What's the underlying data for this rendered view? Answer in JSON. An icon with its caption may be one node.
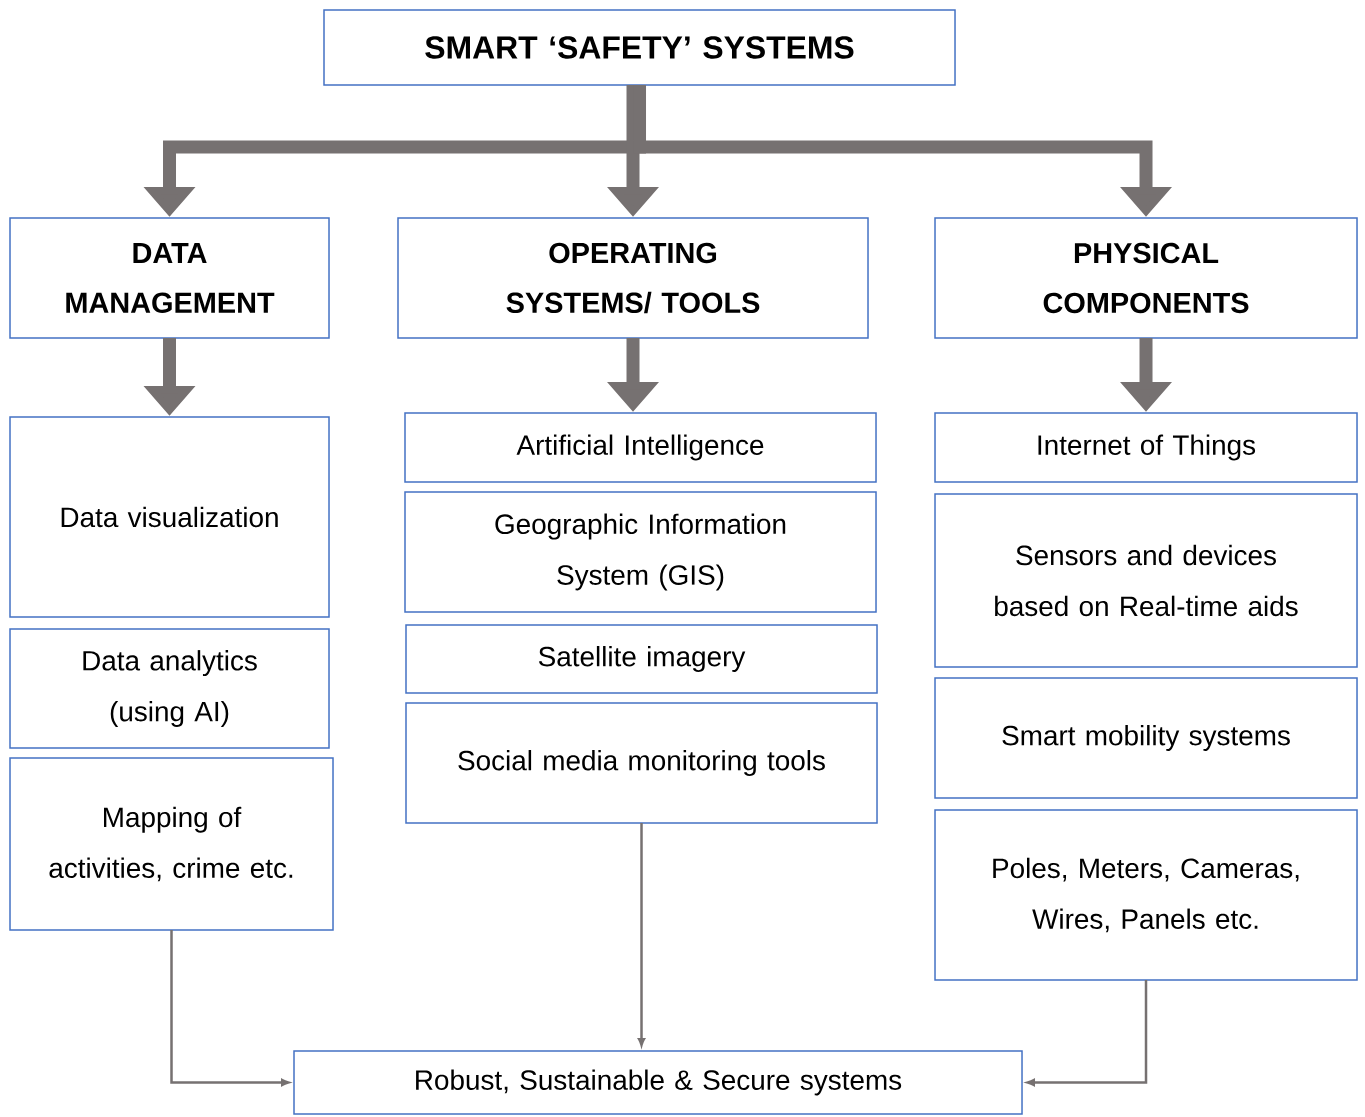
{
  "diagram": {
    "nodes": [
      {
        "text": [
          "SMART ‘SAFETY’ SYSTEMS"
        ]
      },
      {
        "text": [
          "DATA MANAGEMENT"
        ]
      },
      {
        "text": [
          "OPERATING SYSTEMS/ TOOLS"
        ]
      },
      {
        "text": [
          "PHYSICAL COMPONENTS"
        ]
      },
      {
        "text": [
          "Data visualization"
        ]
      },
      {
        "text": [
          "Data analytics (using AI)"
        ]
      },
      {
        "text": [
          "Mapping of activities, crime etc."
        ]
      },
      {
        "text": [
          "Artificial Intelligence"
        ]
      },
      {
        "text": [
          "Geographic Information System (GIS)"
        ]
      },
      {
        "text": [
          "Satellite imagery"
        ]
      },
      {
        "text": [
          "Social media monitoring tools"
        ]
      },
      {
        "text": [
          "Internet of Things"
        ]
      },
      {
        "text": [
          "Sensors and devices based on Real-time aids"
        ]
      },
      {
        "text": [
          "Smart mobility systems"
        ]
      },
      {
        "text": [
          "Poles, Meters, Cameras, Wires, Panels etc."
        ]
      },
      {
        "text": [
          "Robust, Sustainable & Secure systems"
        ]
      }
    ],
    "edges": [
      {
        "from": 0,
        "to": 1,
        "arrow": "to"
      },
      {
        "from": 0,
        "to": 2,
        "arrow": "to"
      },
      {
        "from": 0,
        "to": 3,
        "arrow": "to"
      },
      {
        "from": 1,
        "to": 4,
        "arrow": "to"
      },
      {
        "from": 2,
        "to": 7,
        "arrow": "to"
      },
      {
        "from": 3,
        "to": 11,
        "arrow": "to"
      },
      {
        "from": 6,
        "to": 15,
        "arrow": "to"
      },
      {
        "from": 10,
        "to": 15,
        "arrow": "to"
      },
      {
        "from": 14,
        "to": 15,
        "arrow": "to"
      }
    ]
  }
}
